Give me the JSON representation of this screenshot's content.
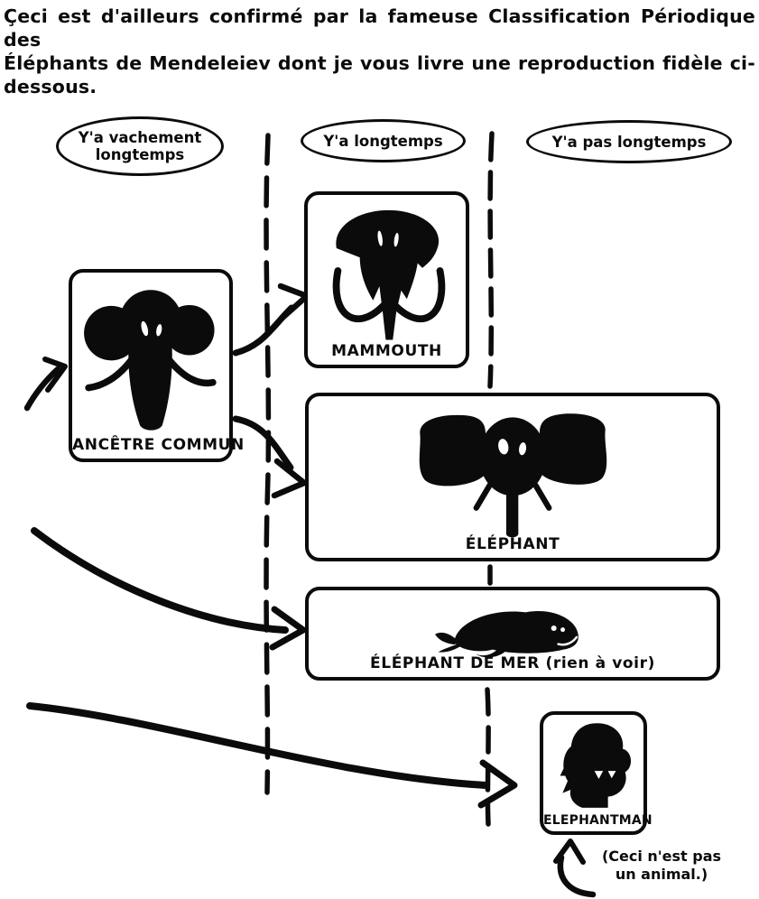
{
  "intro": {
    "lines": [
      "Çeci est d'ailleurs confirmé par la fameuse Classification Périodique des",
      "Éléphants de Mendeleiev dont je vous livre une reproduction fidèle ci-",
      "dessous."
    ]
  },
  "timeline": {
    "columns": [
      {
        "label": "Y'a vachement longtemps"
      },
      {
        "label": "Y'a longtemps"
      },
      {
        "label": "Y'a pas longtemps"
      }
    ]
  },
  "nodes": {
    "ancestor": {
      "label": "ANCÊTRE COMMUN",
      "icon": "common-ancestor-elephant-silhouette"
    },
    "mammoth": {
      "label": "MAMMOUTH",
      "icon": "mammoth-silhouette"
    },
    "elephant": {
      "label": "ÉLÉPHANT",
      "icon": "elephant-silhouette"
    },
    "sea_elephant": {
      "label": "ÉLÉPHANT DE MER (rien à voir)",
      "icon": "sea-elephant-silhouette"
    },
    "elephantman": {
      "label": "ELEPHANTMAN",
      "icon": "elephantman-silhouette"
    }
  },
  "annotation": {
    "line1": "(Ceci n'est pas",
    "line2": "un animal.)"
  },
  "colors": {
    "ink": "#0b0b0b",
    "background": "#ffffff"
  }
}
